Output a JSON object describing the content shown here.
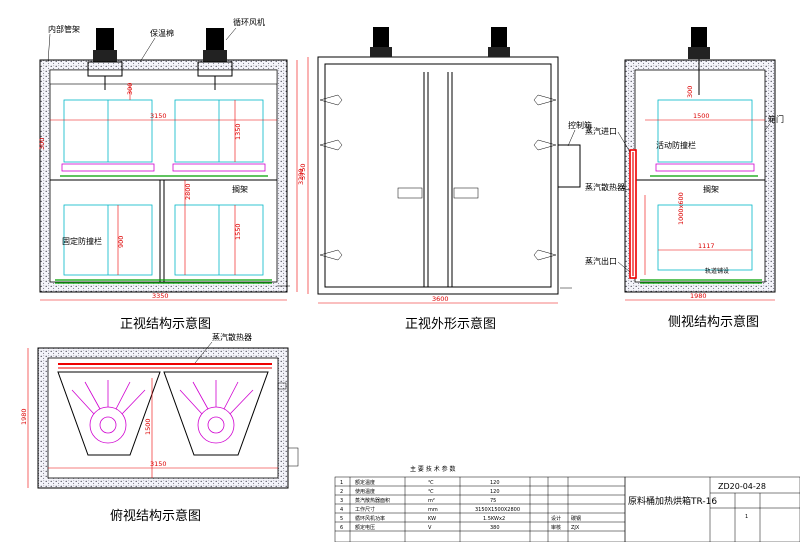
{
  "views": {
    "front_structure": {
      "title": "正视结构示意图",
      "labels": {
        "inner_frame": "内部管架",
        "insulation": "保温棉",
        "fan": "循环风机",
        "rack": "搁架",
        "fixed_rail": "固定防撞栏"
      },
      "dims": {
        "width": "3350",
        "height": "3290",
        "inner_width": "3150",
        "height_1350": "1350",
        "height_2800": "2800",
        "height_900": "900",
        "height_1550": "1550",
        "top_300": "300",
        "small_300": "300"
      }
    },
    "front_exterior": {
      "title": "正视外形示意图",
      "labels": {
        "control_box": "控制箱"
      },
      "dims": {
        "width": "3600",
        "height": "3750"
      }
    },
    "side_structure": {
      "title": "侧视结构示意图",
      "labels": {
        "steam_in": "蒸汽进口",
        "movable_rail": "活动防撞栏",
        "steam_heater": "蒸汽散热器",
        "rack": "搁架",
        "steam_out": "蒸汽出口",
        "track": "轨道铺设",
        "door": "箱门"
      },
      "dims": {
        "width": "1980",
        "inner_1500": "1500",
        "inner_1117": "1117",
        "heater_1000": "1000x600",
        "top_300": "300"
      }
    },
    "top_view": {
      "title": "俯视结构示意图",
      "labels": {
        "steam_heater": "蒸汽散热器"
      },
      "dims": {
        "length": "3150",
        "depth": "1980",
        "inner": "1500"
      }
    }
  },
  "params_table": {
    "title": "主 要 技 术 参 数",
    "rows": [
      {
        "no": "1",
        "name": "额定温度",
        "unit": "℃",
        "value": "120"
      },
      {
        "no": "2",
        "name": "使用温度",
        "unit": "℃",
        "value": "120"
      },
      {
        "no": "3",
        "name": "蒸汽散热器面积",
        "unit": "m²",
        "value": "75"
      },
      {
        "no": "4",
        "name": "工作尺寸",
        "unit": "mm",
        "value": "3150X1500X2800"
      },
      {
        "no": "5",
        "name": "循环风机功率",
        "unit": "KW",
        "value": "1.5KWx2"
      },
      {
        "no": "6",
        "name": "额定电压",
        "unit": "V",
        "value": "380"
      }
    ]
  },
  "title_block": {
    "product": "原料桶加热烘箱TR-16",
    "date": "ZD20-04-28",
    "sheet": "1",
    "designer": "设计",
    "checker": "审核",
    "material": "碳钢",
    "drawing_no": "ZJX"
  },
  "colors": {
    "line": "#000000",
    "dimension": "#e00000",
    "shelf": "#00b8c8",
    "rail": "#d000d0",
    "ground": "#00a000",
    "heater": "#e00000"
  }
}
